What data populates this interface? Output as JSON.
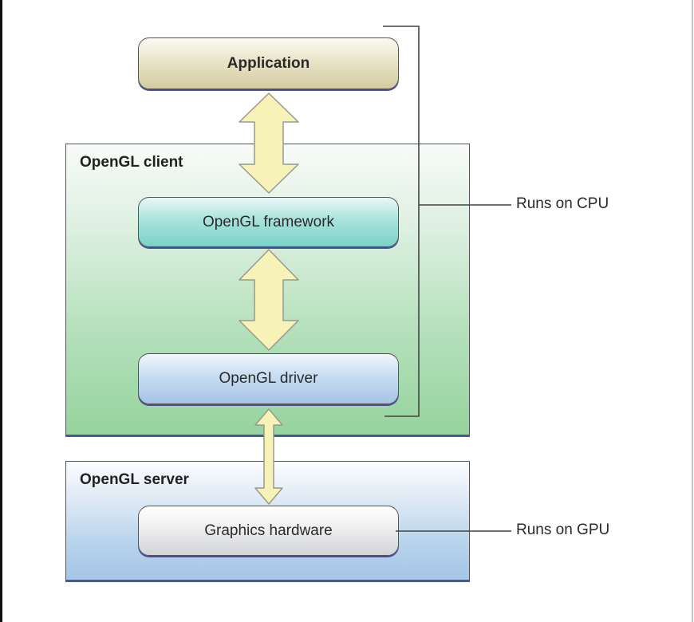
{
  "diagram": {
    "nodes": {
      "application": "Application",
      "framework": "OpenGL framework",
      "driver": "OpenGL driver",
      "hardware": "Graphics hardware"
    },
    "panels": {
      "client": "OpenGL client",
      "server": "OpenGL server"
    },
    "annotations": {
      "cpu": "Runs on CPU",
      "gpu": "Runs on GPU"
    },
    "edges": [
      {
        "from": "Application",
        "to": "OpenGL framework",
        "type": "bidirectional"
      },
      {
        "from": "OpenGL framework",
        "to": "OpenGL driver",
        "type": "bidirectional"
      },
      {
        "from": "OpenGL driver",
        "to": "Graphics hardware",
        "type": "bidirectional"
      }
    ],
    "colors": {
      "arrow_fill": "#f7f3b8",
      "arrow_stroke": "#9a9a8a",
      "client_bottom": "#96d39e",
      "server_bottom": "#a5c6e6"
    }
  }
}
